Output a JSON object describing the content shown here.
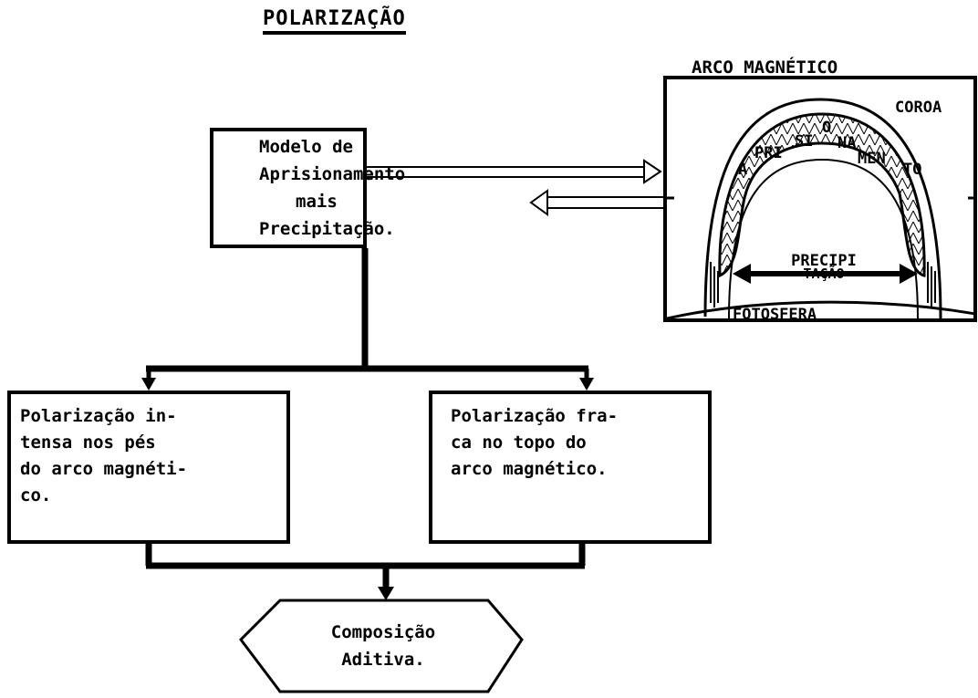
{
  "title": "POLARIZAÇÃO",
  "model_box": {
    "lines": [
      "Modelo de",
      "Aprisionamento",
      "mais",
      "Precipitação."
    ]
  },
  "left_box": {
    "text": "Polarização in-\ntensa nos pés\ndo arco magnéti-\nco."
  },
  "right_box": {
    "text": "Polarização fra-\nca no topo do\narco magnético."
  },
  "composition": {
    "lines": [
      "Composição",
      "Aditiva."
    ]
  },
  "arc_diagram": {
    "title": "ARCO MAGNÉTICO",
    "corona_label": "COROA",
    "trapping_syllables": [
      "A",
      "PRI",
      "SI",
      "O",
      "NA",
      "MEN",
      "TO"
    ],
    "precipitation_lines": [
      "PRECIPI",
      "TAÇÃO"
    ],
    "photosphere_label": "FOTOSFERA"
  }
}
